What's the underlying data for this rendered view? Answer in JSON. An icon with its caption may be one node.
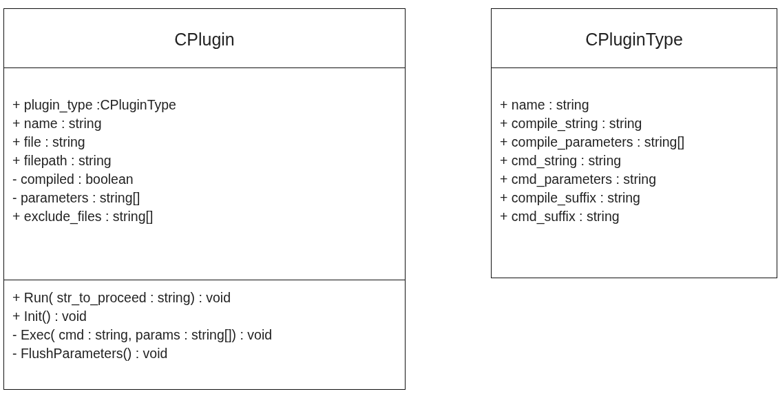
{
  "diagram": {
    "nodes": [
      {
        "text": [
          "CPlugin"
        ]
      },
      {
        "text": [
          "+ plugin_type :CPluginType",
          "+ name : string",
          "+ file : string",
          "+ filepath : string",
          "- compiled : boolean",
          "- parameters : string[]",
          "+ exclude_files : string[]"
        ],
        "in": 0
      },
      {
        "text": [
          "+ Run( str_to_proceed : string) : void",
          "+ Init() : void",
          "- Exec( cmd : string, params : string[]) : void",
          "- FlushParameters() : void"
        ],
        "in": 0
      },
      {
        "text": [
          "CPluginType"
        ]
      },
      {
        "text": [
          "+ name : string",
          "+ compile_string : string",
          "+ compile_parameters : string[]",
          "+ cmd_string : string",
          "+ cmd_parameters : string",
          "+ compile_suffix : string",
          "+ cmd_suffix : string"
        ],
        "in": 3
      }
    ]
  }
}
